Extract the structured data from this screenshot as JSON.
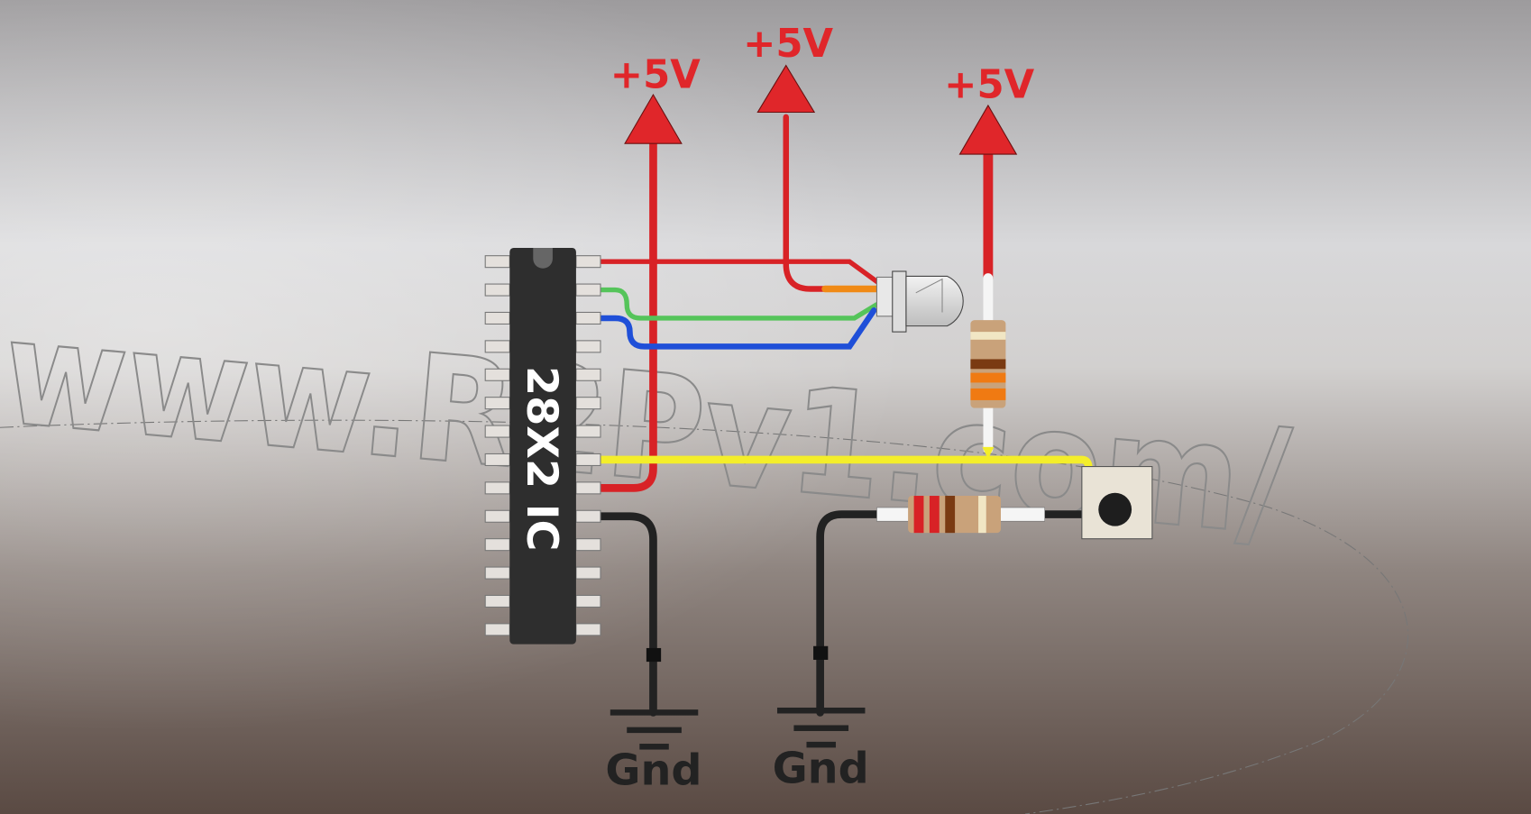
{
  "diagram": {
    "watermark": "www.R2Pv1.com/",
    "ic_label": "28X2 IC",
    "supply_labels": [
      "+5V",
      "+5V",
      "+5V"
    ],
    "ground_labels": [
      "Gnd",
      "Gnd"
    ],
    "colors": {
      "supply": "#e0262a",
      "wire_green": "#5cc760",
      "wire_blue": "#1f4fd8",
      "wire_orange": "#f08a16",
      "wire_yellow": "#f4ee2a",
      "ground": "#222222",
      "ic_body": "#2e2e2e"
    }
  }
}
